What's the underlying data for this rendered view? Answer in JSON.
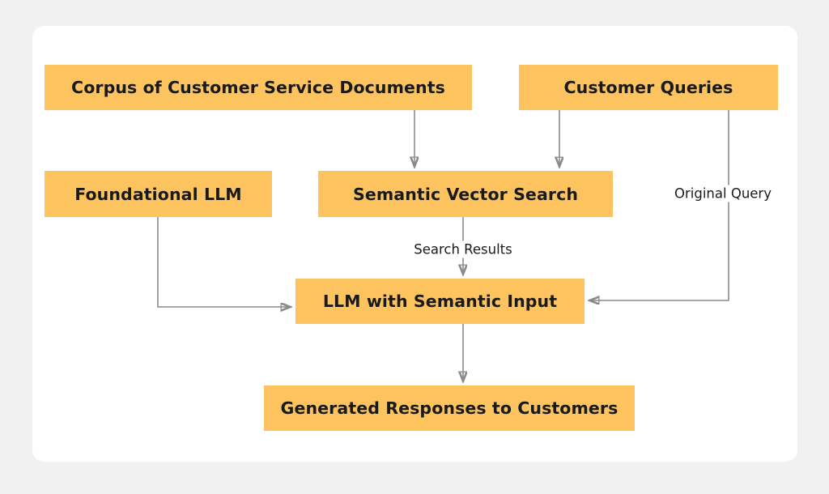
{
  "diagram": {
    "type": "flowchart",
    "title": "",
    "canvas": {
      "background_color": "#f1f1f1",
      "card_color": "#ffffff"
    },
    "style": {
      "node_fill": "#fcc35f",
      "node_text_color": "#1a1a1a",
      "edge_color": "#8a8a8a",
      "edge_label_color": "#1a1a1a"
    },
    "nodes": [
      {
        "id": "corpus",
        "label": "Corpus of Customer Service Documents"
      },
      {
        "id": "queries",
        "label": "Customer Queries"
      },
      {
        "id": "foundational",
        "label": "Foundational LLM"
      },
      {
        "id": "search",
        "label": "Semantic Vector Search"
      },
      {
        "id": "llm",
        "label": "LLM with Semantic Input"
      },
      {
        "id": "responses",
        "label": "Generated Responses to Customers"
      }
    ],
    "edges": [
      {
        "from": "corpus",
        "to": "search",
        "label": ""
      },
      {
        "from": "queries",
        "to": "search",
        "label": ""
      },
      {
        "from": "queries",
        "to": "llm",
        "label": "Original Query"
      },
      {
        "from": "search",
        "to": "llm",
        "label": "Search Results"
      },
      {
        "from": "foundational",
        "to": "llm",
        "label": ""
      },
      {
        "from": "llm",
        "to": "responses",
        "label": ""
      }
    ],
    "edge_labels": [
      {
        "id": "original-query",
        "text": "Original Query"
      },
      {
        "id": "search-results",
        "text": "Search Results"
      }
    ]
  }
}
